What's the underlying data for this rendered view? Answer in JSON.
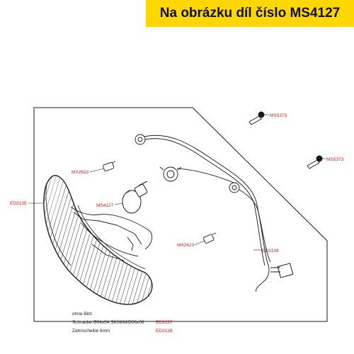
{
  "banner": {
    "text": "Na obrázku díl číslo MS4127",
    "color": "#ffd700"
  },
  "labels": {
    "ms5373_top": "MS5373",
    "ms5373_right": "MS5373",
    "mx2623_top": "MX2623",
    "mx2623_bottom": "MX2623",
    "ms4127": "MS4127",
    "ed3135": "ED3135",
    "ed3139": "ED3139"
  },
  "notes": {
    "heading": "ohne Bild:",
    "items": [
      {
        "text": "Schraube G04x04 SK08/M/D06x06",
        "code": "ED3137"
      },
      {
        "text": "Zahnscheibe 6mm",
        "code": "ED3138"
      }
    ]
  },
  "colors": {
    "label": "#cc2222",
    "line": "#1a1a1a"
  }
}
